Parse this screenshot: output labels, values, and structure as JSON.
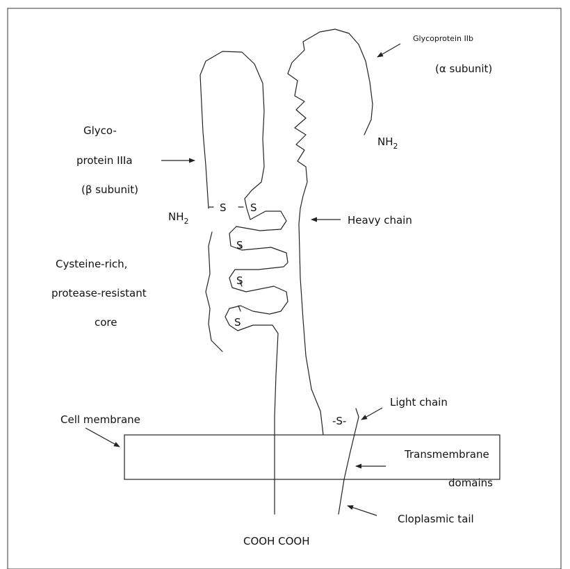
{
  "labels": {
    "gp2b_title": "Glycoprotein IIb",
    "gp2b_alpha": "(α subunit)",
    "nh2_alpha": "NH",
    "nh2_alpha_sub": "2",
    "gp3a_line1": "Glyco-",
    "gp3a_line2": "protein IIIa",
    "gp3a_line3": "(β subunit)",
    "nh2_beta": "NH",
    "nh2_beta_sub": "2",
    "s_left": "S",
    "s_right": "S",
    "s_loop1": "S",
    "s_loop2": "S",
    "s_loop3": "S",
    "heavy_chain": "Heavy  chain",
    "core_line1": "Cysteine-rich,",
    "core_line2": "protease-resistant",
    "core_line3": "core",
    "light_chain": "Light chain",
    "disulfide": "-S-",
    "cell_membrane": "Cell membrane",
    "transmembrane_line1": "Transmembrane",
    "transmembrane_line2": "domains",
    "cytoplasmic_tail": "Cloplasmic tail",
    "cooh": "COOH COOH"
  }
}
